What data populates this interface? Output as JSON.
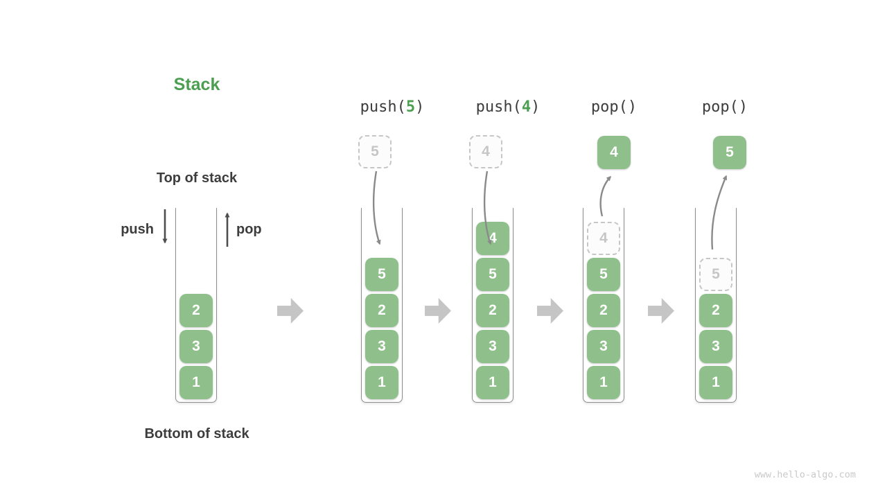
{
  "title": "Stack",
  "stack_labels": {
    "top": "Top of stack",
    "bottom": "Bottom of stack",
    "push": "push",
    "pop": "pop"
  },
  "watermark": "www.hello-algo.com",
  "colors": {
    "box_green": "#8fc08b",
    "title_green": "#4c9e50",
    "text_dark": "#3d3d3d",
    "ghost_gray": "#c6c6c6",
    "flow_arrow_gray": "#c5c5c5",
    "curve_arrow_gray": "#8a8a8a"
  },
  "initial_stack": {
    "items": [
      "2",
      "3",
      "1"
    ]
  },
  "operations": [
    {
      "header": {
        "pre": "push(",
        "arg": "5",
        "post": ")"
      },
      "incoming": "5",
      "stack": [
        "5",
        "2",
        "3",
        "1"
      ]
    },
    {
      "header": {
        "pre": "push(",
        "arg": "4",
        "post": ")"
      },
      "incoming": "4",
      "stack": [
        "4",
        "5",
        "2",
        "3",
        "1"
      ]
    },
    {
      "header": {
        "pre": "pop()",
        "arg": "",
        "post": ""
      },
      "popped": "4",
      "ghost": "4",
      "stack": [
        "5",
        "2",
        "3",
        "1"
      ]
    },
    {
      "header": {
        "pre": "pop()",
        "arg": "",
        "post": ""
      },
      "popped": "5",
      "ghost": "5",
      "stack": [
        "2",
        "3",
        "1"
      ]
    }
  ]
}
